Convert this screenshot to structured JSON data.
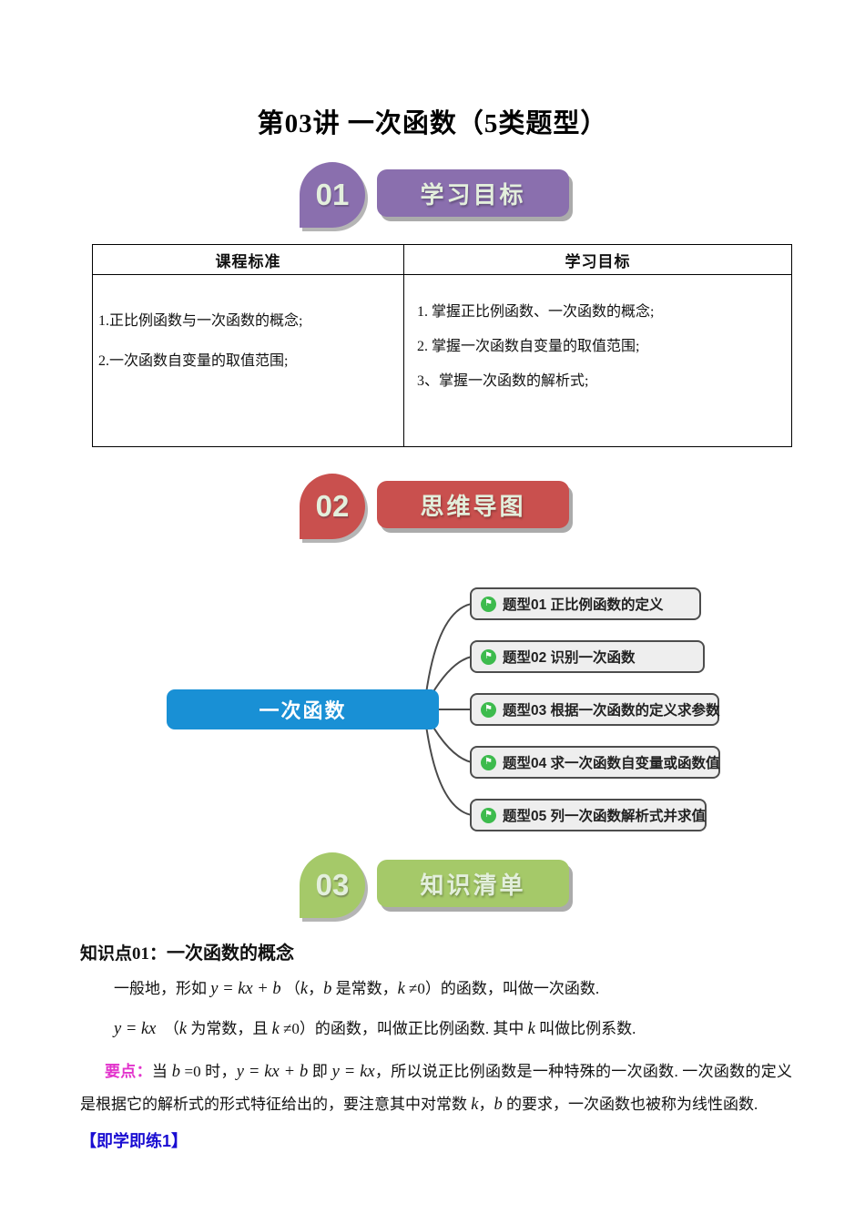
{
  "page": {
    "title": "第03讲 一次函数（5类题型）"
  },
  "colors": {
    "section1": "#8a6fae",
    "section2": "#c9504e",
    "section3": "#a5c969",
    "center_node": "#1990d5",
    "branch_bg": "#eeeeee",
    "branch_border": "#4d4d4d",
    "flag_icon": "#3dbb4d",
    "keypoint": "#e233cc",
    "practice": "#1a0dd2"
  },
  "sections": [
    {
      "num": "01",
      "label": "学习目标"
    },
    {
      "num": "02",
      "label": "思维导图"
    },
    {
      "num": "03",
      "label": "知识清单"
    }
  ],
  "table": {
    "headers": [
      "课程标准",
      "学习目标"
    ],
    "standards": [
      "1.正比例函数与一次函数的概念;",
      "2.一次函数自变量的取值范围;"
    ],
    "objectives": [
      "1.  掌握正比例函数、一次函数的概念;",
      "2.  掌握一次函数自变量的取值范围;",
      "3、掌握一次函数的解析式;"
    ]
  },
  "mindmap": {
    "center": "一次函数",
    "branch_icon": "flag-icon",
    "branches": [
      "题型01 正比例函数的定义",
      "题型02 识别一次函数",
      "题型03 根据一次函数的定义求参数",
      "题型04 求一次函数自变量或函数值",
      "题型05 列一次函数解析式并求值"
    ]
  },
  "knowledge": {
    "heading": [
      {
        "t": "知识点01：",
        "c": "hs"
      },
      {
        "t": "一次函数的概念",
        "c": "hn"
      }
    ],
    "para1": [
      {
        "t": "一般地，形如 "
      },
      {
        "t": "y = kx + b",
        "c": "m"
      },
      {
        "t": " （"
      },
      {
        "t": "k",
        "c": "m"
      },
      {
        "t": "，"
      },
      {
        "t": "b",
        "c": "m"
      },
      {
        "t": " 是常数，"
      },
      {
        "t": "k",
        "c": "m"
      },
      {
        "t": " ≠0）的函数，叫做一次函数."
      }
    ],
    "para2": [
      {
        "t": "y = kx",
        "c": "m"
      },
      {
        "t": "　（"
      },
      {
        "t": "k",
        "c": "m"
      },
      {
        "t": " 为常数，且 "
      },
      {
        "t": "k",
        "c": "m"
      },
      {
        "t": " ≠0）的函数，叫做正比例函数. 其中 "
      },
      {
        "t": "k",
        "c": "m"
      },
      {
        "t": " 叫做比例系数."
      }
    ],
    "keypoint": [
      {
        "t": "要点：",
        "c": "kp"
      },
      {
        "t": "当 "
      },
      {
        "t": "b",
        "c": "m"
      },
      {
        "t": " =0 时，"
      },
      {
        "t": "y = kx + b",
        "c": "m"
      },
      {
        "t": " 即 "
      },
      {
        "t": "y = kx",
        "c": "m"
      },
      {
        "t": "，所以说正比例函数是一种特殊的一次函数. 一次函数的定义是根据它的解析式的形式特征给出的，要注意其中对常数 "
      },
      {
        "t": "k",
        "c": "m"
      },
      {
        "t": "，"
      },
      {
        "t": "b",
        "c": "m"
      },
      {
        "t": " 的要求，一次函数也被称为线性函数."
      }
    ],
    "practice": "【即学即练1】"
  }
}
